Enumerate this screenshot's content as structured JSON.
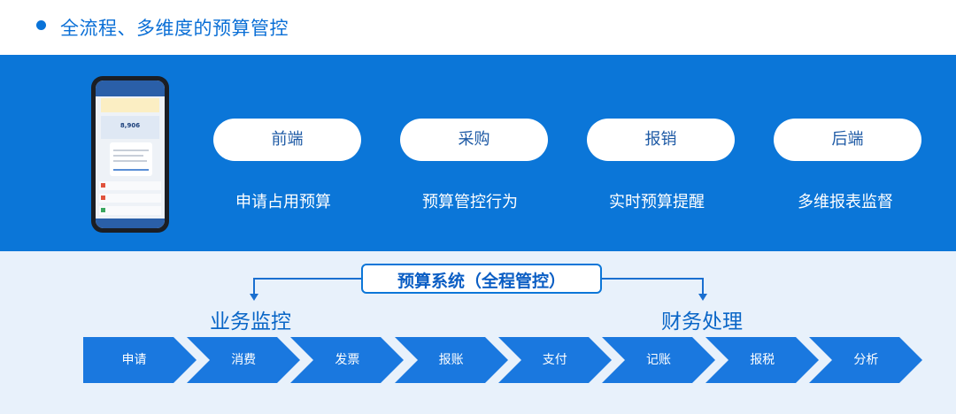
{
  "header": {
    "title": "全流程、多维度的预算管控"
  },
  "colors": {
    "primary": "#0b76d8",
    "chevron": "#1a78df",
    "light_bg": "#e8f1fb"
  },
  "phone": {
    "amount": "8,906"
  },
  "stages": [
    {
      "label": "前端",
      "desc": "申请占用预算"
    },
    {
      "label": "采购",
      "desc": "预算管控行为"
    },
    {
      "label": "报销",
      "desc": "实时预算提醒"
    },
    {
      "label": "后端",
      "desc": "多维报表监督"
    }
  ],
  "system": {
    "title": "预算系统（全程管控）"
  },
  "groups": {
    "left": "业务监控",
    "right": "财务处理"
  },
  "flow": [
    "申请",
    "消费",
    "发票",
    "报账",
    "支付",
    "记账",
    "报税",
    "分析"
  ]
}
